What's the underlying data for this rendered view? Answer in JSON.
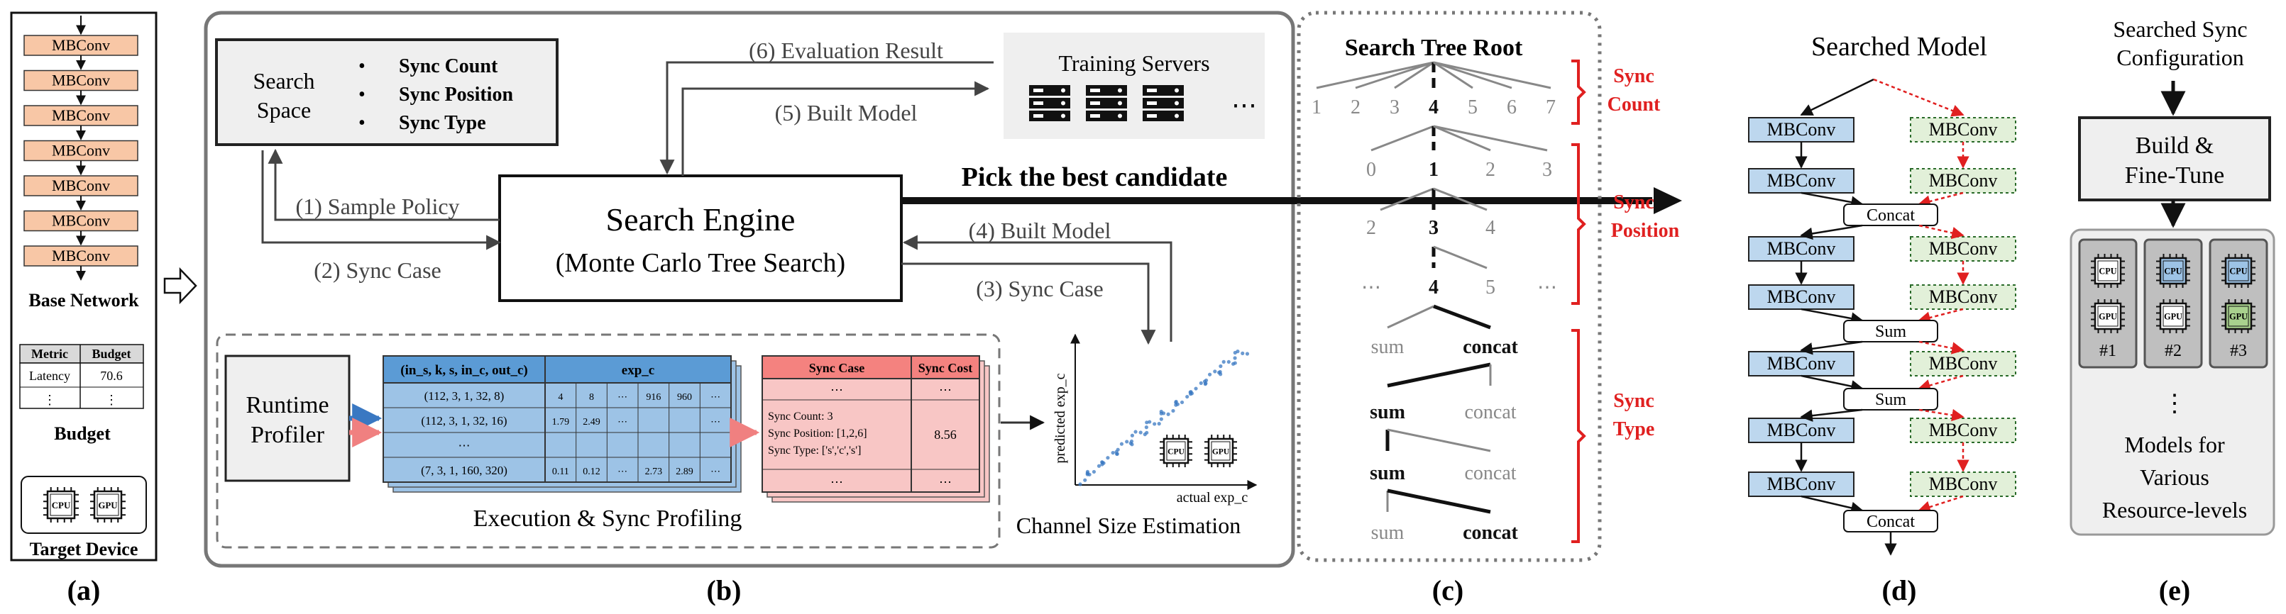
{
  "panel_a": {
    "blocks": [
      "MBConv",
      "MBConv",
      "MBConv",
      "MBConv",
      "MBConv",
      "MBConv",
      "MBConv"
    ],
    "base_network_label": "Base Network",
    "budget_table": {
      "headers": [
        "Metric",
        "Budget"
      ],
      "rows": [
        [
          "Latency",
          "70.6"
        ],
        [
          "⋮",
          "⋮"
        ]
      ]
    },
    "budget_label": "Budget",
    "chip_cpu": "CPU",
    "chip_gpu": "GPU",
    "target_device_label": "Target Device",
    "caption": "(a)"
  },
  "panel_b": {
    "search_space_title": [
      "Search",
      "Space"
    ],
    "search_space_items": [
      "Sync Count",
      "Sync Position",
      "Sync Type"
    ],
    "search_engine_title": "Search Engine",
    "search_engine_subtitle": "(Monte Carlo Tree Search)",
    "training_servers": "Training Servers",
    "arrow_labels": {
      "sample_policy": "(1) Sample Policy",
      "sync_case_2": "(2) Sync Case",
      "sync_case_3": "(3) Sync Case",
      "built_model_4": "(4) Built Model",
      "built_model_5": "(5) Built Model",
      "eval_result": "(6) Evaluation Result"
    },
    "pick_best": "Pick the best candidate",
    "runtime_profiler": [
      "Runtime",
      "Profiler"
    ],
    "profile_table": {
      "header_left": "(in_s, k, s, in_c, out_c)",
      "header_right": "exp_c",
      "rows": [
        [
          "(112, 3, 1, 32, 8)",
          "4",
          "8",
          "⋯",
          "916",
          "960",
          "⋯"
        ],
        [
          "(112, 3, 1, 32, 16)",
          "1.79",
          "2.49",
          "⋯",
          "",
          "",
          "⋯"
        ],
        [
          "⋯",
          "",
          "",
          "",
          "",
          "",
          ""
        ],
        [
          "(7, 3, 1, 160, 320)",
          "0.11",
          "0.12",
          "⋯",
          "2.73",
          "2.89",
          "⋯"
        ]
      ]
    },
    "sync_table": {
      "headers": [
        "Sync Case",
        "Sync Cost"
      ],
      "top_dots": [
        "⋯",
        "⋯"
      ],
      "case_lines": [
        "Sync Count: 3",
        "Sync Position: [1,2,6]",
        "Sync Type: ['s','c','s']"
      ],
      "cost": "8.56",
      "bottom_dots": [
        "⋯",
        "⋯"
      ]
    },
    "execution_label": "Execution & Sync Profiling",
    "scatter": {
      "xlabel": "actual exp_c",
      "ylabel": "predicted exp_c",
      "title": "Channel Size Estimation"
    },
    "chip_cpu": "CPU",
    "chip_gpu": "GPU",
    "caption": "(b)"
  },
  "panel_c": {
    "root_label": "Search Tree Root",
    "level1": [
      "1",
      "2",
      "3",
      "4",
      "5",
      "6",
      "7"
    ],
    "level2": [
      "0",
      "1",
      "2",
      "3"
    ],
    "level3": [
      "2",
      "3",
      "4"
    ],
    "level4": [
      "⋯",
      "4",
      "5",
      "⋯"
    ],
    "level5": [
      "sum",
      "concat"
    ],
    "level6": [
      "sum",
      "concat"
    ],
    "level7": [
      "sum",
      "concat"
    ],
    "level8": [
      "sum",
      "concat"
    ],
    "brace_labels": {
      "count": [
        "Sync",
        "Count"
      ],
      "position": [
        "Sync",
        "Position"
      ],
      "type": [
        "Sync",
        "Type"
      ]
    },
    "caption": "(c)"
  },
  "panel_d": {
    "title": "Searched Model",
    "block_label": "MBConv",
    "merge_labels": [
      "Concat",
      "Sum",
      "Sum",
      "Concat"
    ],
    "caption": "(d)"
  },
  "panel_e": {
    "title": [
      "Searched Sync",
      "Configuration"
    ],
    "build_label": [
      "Build &",
      "Fine-Tune"
    ],
    "devices": [
      {
        "label": "#1",
        "top": "CPU",
        "bottom": "GPU"
      },
      {
        "label": "#2",
        "top": "CPU",
        "bottom": "GPU"
      },
      {
        "label": "#3",
        "top": "CPU",
        "bottom": "GPU"
      }
    ],
    "dots": "⋮",
    "models_label": [
      "Models for",
      "Various",
      "Resource-levels"
    ],
    "caption": "(e)"
  },
  "colors": {
    "mbconv_orange": "#f8c7a6",
    "mbconv_blue": "#bdd7ee",
    "mbconv_green": "#e2f0d9",
    "table_blue": "#9dc3e6",
    "table_blue_header": "#5b9bd5",
    "sync_red_header": "#f4827f",
    "sync_red_body": "#f8c6c5",
    "accent_red": "#e02020",
    "profiler_arrow_blue": "#3a78c2",
    "profiler_arrow_red": "#f08080"
  }
}
